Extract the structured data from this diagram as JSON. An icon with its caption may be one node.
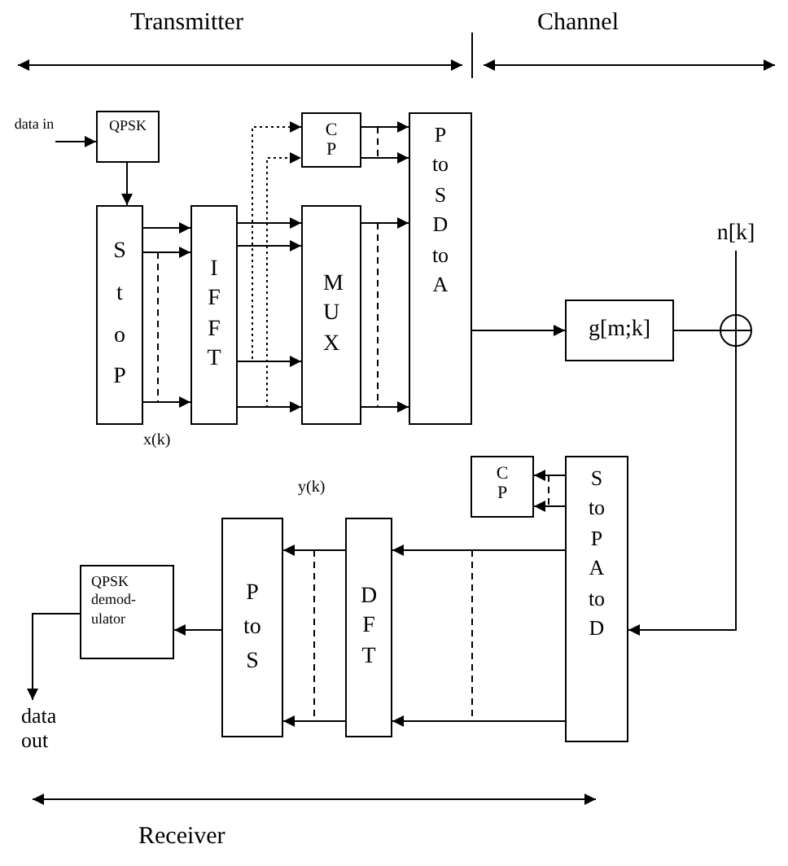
{
  "diagram": {
    "nodes": [
      {
        "text": [
          "data in"
        ]
      },
      {
        "text": [
          "QPSK"
        ]
      },
      {
        "text": [
          "S t o P"
        ]
      },
      {
        "text": [
          "I F F T"
        ]
      },
      {
        "text": [
          "C P"
        ]
      },
      {
        "text": [
          "M U X"
        ]
      },
      {
        "text": [
          "P to S D to A"
        ]
      },
      {
        "text": [
          "g[m;k]"
        ]
      },
      {
        "text": [],
        "shape": "circle"
      },
      {
        "text": [
          "n[k]"
        ]
      },
      {
        "text": [
          "C P"
        ]
      },
      {
        "text": [
          "S to P A to D"
        ]
      },
      {
        "text": [
          "D F T"
        ]
      },
      {
        "text": [
          "P to S"
        ]
      },
      {
        "text": [
          "QPSK demod- ulator"
        ]
      },
      {
        "text": [
          "data out"
        ]
      }
    ],
    "edges": [
      {
        "from": 0,
        "to": 1,
        "arrow": "to"
      },
      {
        "from": 1,
        "to": 2,
        "arrow": "to"
      },
      {
        "from": 2,
        "to": 3,
        "arrow": "to"
      },
      {
        "from": 2,
        "to": 3,
        "arrow": "to"
      },
      {
        "from": 2,
        "to": 3,
        "arrow": "to"
      },
      {
        "from": 3,
        "to": 5,
        "arrow": "to"
      },
      {
        "from": 3,
        "to": 5,
        "arrow": "to"
      },
      {
        "from": 3,
        "to": 5,
        "arrow": "to"
      },
      {
        "from": 3,
        "to": 5,
        "arrow": "to"
      },
      {
        "from": 3,
        "to": 4,
        "arrow": "to",
        "style": "dashed"
      },
      {
        "from": 3,
        "to": 4,
        "arrow": "to",
        "style": "dashed"
      },
      {
        "from": 4,
        "to": 6,
        "arrow": "to"
      },
      {
        "from": 4,
        "to": 6,
        "arrow": "to"
      },
      {
        "from": 5,
        "to": 6,
        "arrow": "to"
      },
      {
        "from": 5,
        "to": 6,
        "arrow": "to"
      },
      {
        "from": 6,
        "to": 7,
        "arrow": "to"
      },
      {
        "from": 7,
        "to": 8,
        "arrow": "none"
      },
      {
        "from": 9,
        "to": 8,
        "arrow": "none"
      },
      {
        "from": 8,
        "to": 11,
        "arrow": "to"
      },
      {
        "from": 11,
        "to": 10,
        "arrow": "to"
      },
      {
        "from": 11,
        "to": 10,
        "arrow": "to"
      },
      {
        "from": 11,
        "to": 12,
        "arrow": "to"
      },
      {
        "from": 11,
        "to": 12,
        "arrow": "to"
      },
      {
        "from": 12,
        "to": 13,
        "arrow": "to"
      },
      {
        "from": 12,
        "to": 13,
        "arrow": "to"
      },
      {
        "from": 13,
        "to": 14,
        "arrow": "to"
      },
      {
        "from": 14,
        "to": 15,
        "arrow": "to"
      }
    ],
    "labels": [
      "Transmitter",
      "Channel",
      "x(k)",
      "y(k)",
      "Receiver"
    ]
  }
}
